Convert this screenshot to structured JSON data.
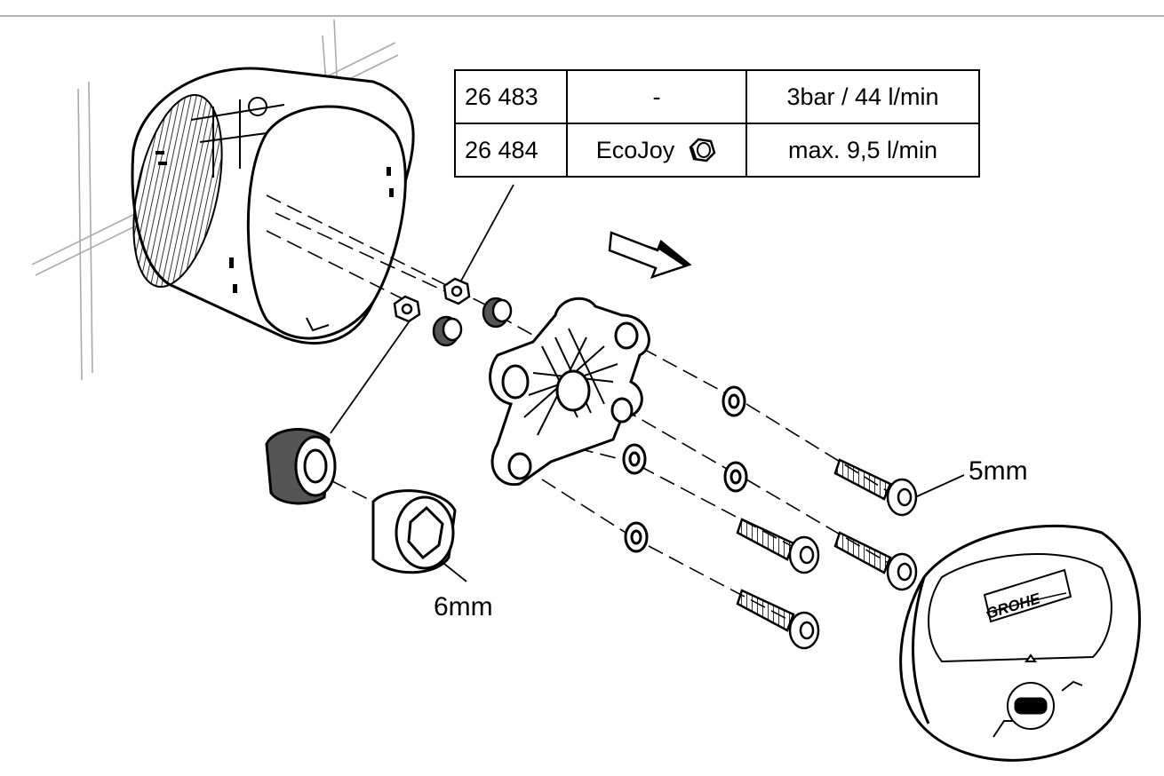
{
  "spec_table": {
    "rows": [
      {
        "part_no": "26 483",
        "variant": "-",
        "flow": "3bar / 44 l/min",
        "icon": "none"
      },
      {
        "part_no": "26 484",
        "variant": "EcoJoy",
        "flow": "max. 9,5 l/min",
        "icon": "flow-limiter-icon"
      }
    ]
  },
  "labels": {
    "screw_size": "5mm",
    "plug_size": "6mm",
    "brand": "GROHE"
  },
  "icons": [
    "arrow-right-icon",
    "flow-limiter-icon",
    "hex-key-icon",
    "grohe-logo-icon"
  ],
  "colors": {
    "line": "#000000",
    "background": "#ffffff",
    "part_shade": "#444444"
  }
}
